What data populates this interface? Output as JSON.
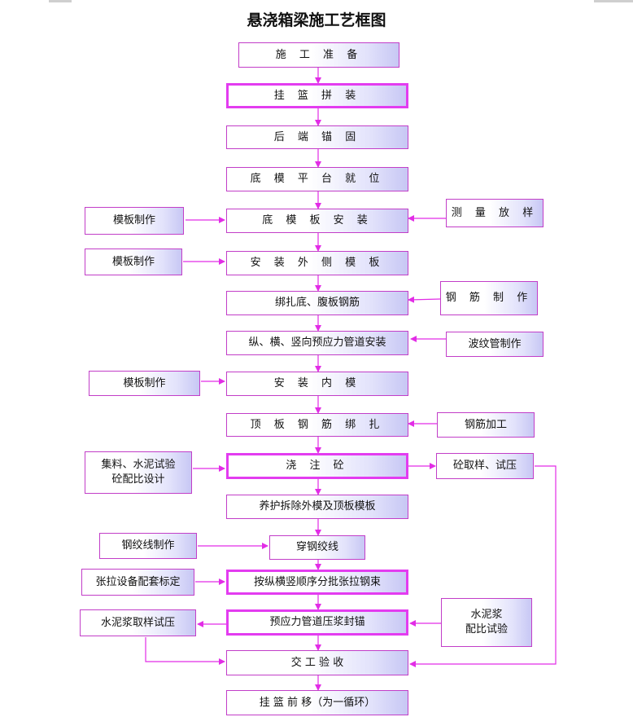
{
  "title": "悬浇箱梁施工艺框图",
  "colors": {
    "arrow": "#e22ce6",
    "border": "#c23ec8",
    "thick_border": "#e33cf0",
    "gradient_end": "#c7c7f4"
  },
  "nodes": {
    "prep": "施 工 准 备",
    "hang": "挂 篮 拼 装",
    "anchor": "后 端 锚 固",
    "platform": "底 模 平 台 就 位",
    "bottom_form": "底 模 板 安 装",
    "side_form": "安 装 外 侧 模 板",
    "rebar_bind": "绑扎底、腹板钢筋",
    "duct": "纵、横、竖向预应力管道安装",
    "inner_form": "安 装 内 模",
    "top_rebar": "顶 板 钢 筋 绑 扎",
    "pour": "浇 注 砼",
    "cure": "养护拆除外模及顶板模板",
    "thread": "穿钢绞线",
    "tension": "按纵横竖顺序分批张拉钢束",
    "grout": "预应力管道压浆封锚",
    "accept": "交   工   验   收",
    "move": "挂 篮 前 移（为一循环）"
  },
  "side": {
    "form1": "模板制作",
    "form2": "模板制作",
    "form3": "模板制作",
    "survey": "测 量 放 样",
    "rebar_make": "钢 筋 制 作",
    "duct_make": "波纹管制作",
    "rebar_work": "钢筋加工",
    "material": "集料、水泥试验\n砼配比设计",
    "sample": "砼取样、试压",
    "strand_make": "钢绞线制作",
    "calib": "张拉设备配套标定",
    "grout_test": "水泥浆取样试压",
    "grout_mix": "水泥浆\n配比试验"
  }
}
